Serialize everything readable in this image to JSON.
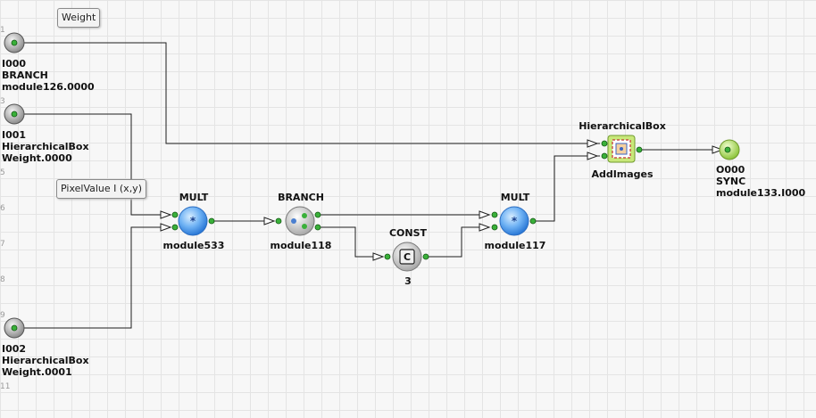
{
  "comments": {
    "weight": "Weight",
    "pixel_value": "PixelValue I (x,y)"
  },
  "row_numbers": [
    "1",
    "3",
    "5",
    "6",
    "7",
    "8",
    "9",
    "11"
  ],
  "inputs": [
    {
      "id": "I000",
      "type": "BRANCH",
      "ref": "module126.0000"
    },
    {
      "id": "I001",
      "type": "HierarchicalBox",
      "ref": "Weight.0000"
    },
    {
      "id": "I002",
      "type": "HierarchicalBox",
      "ref": "Weight.0001"
    }
  ],
  "modules": {
    "mult1": {
      "type": "MULT",
      "name": "module533"
    },
    "branch": {
      "type": "BRANCH",
      "name": "module118"
    },
    "const": {
      "type": "CONST",
      "value": "3",
      "symbol": "C"
    },
    "mult2": {
      "type": "MULT",
      "name": "module117"
    },
    "hbox": {
      "type": "HierarchicalBox",
      "name": "AddImages"
    }
  },
  "output": {
    "id": "O000",
    "type": "SYNC",
    "ref": "module133.I000"
  },
  "colors": {
    "port": "#3ab03a",
    "mult": "#4a90e8",
    "wire": "#222222",
    "sync": "#a9d94f"
  }
}
